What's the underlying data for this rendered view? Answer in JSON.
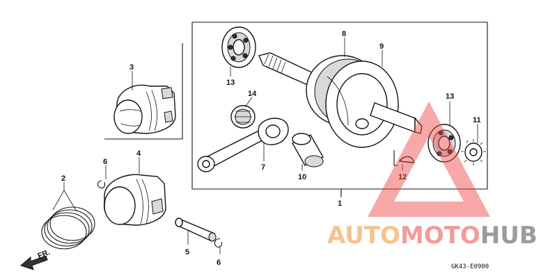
{
  "diagram": {
    "callouts": [
      {
        "id": "1",
        "label": "1"
      },
      {
        "id": "2",
        "label": "2"
      },
      {
        "id": "3",
        "label": "3"
      },
      {
        "id": "4",
        "label": "4"
      },
      {
        "id": "5",
        "label": "5"
      },
      {
        "id": "6a",
        "label": "6"
      },
      {
        "id": "6b",
        "label": "6"
      },
      {
        "id": "7",
        "label": "7"
      },
      {
        "id": "8",
        "label": "8"
      },
      {
        "id": "9",
        "label": "9"
      },
      {
        "id": "10",
        "label": "10"
      },
      {
        "id": "11",
        "label": "11"
      },
      {
        "id": "12",
        "label": "12"
      },
      {
        "id": "13a",
        "label": "13"
      },
      {
        "id": "13b",
        "label": "13"
      },
      {
        "id": "14",
        "label": "14"
      }
    ],
    "front_marker": "FR.",
    "drawing_code": "GK43-E0900"
  },
  "watermark": {
    "part1": "AUTO",
    "part2": "MOTO",
    "part3": "HUB",
    "colors": {
      "auto": "#f5b87a",
      "moto": "#f08a8a",
      "hub": "#8a8a8a",
      "triangle": "#ee4444"
    }
  }
}
